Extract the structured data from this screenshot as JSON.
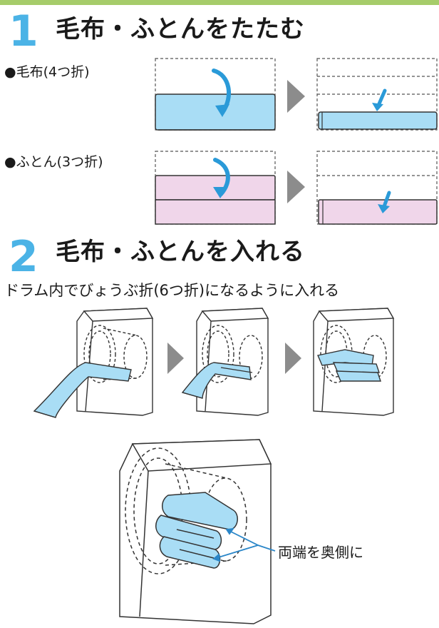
{
  "step1": {
    "number": "1",
    "title": "毛布・ふとんをたたむ",
    "blanket_label": "●毛布(4つ折)",
    "futon_label": "●ふとん(3つ折)"
  },
  "step2": {
    "number": "2",
    "title": "毛布・ふとんを入れる",
    "instruction": "ドラム内でびょうぶ折(6つ折)になるように入れる",
    "callout": "両端を奥側に"
  },
  "colors": {
    "accent_blue": "#4bb3e6",
    "blanket_fill": "#a9ddf5",
    "futon_fill": "#f0d6ea",
    "arrow_gray": "#8c8c8c",
    "top_bar": "#a6cc6a"
  }
}
